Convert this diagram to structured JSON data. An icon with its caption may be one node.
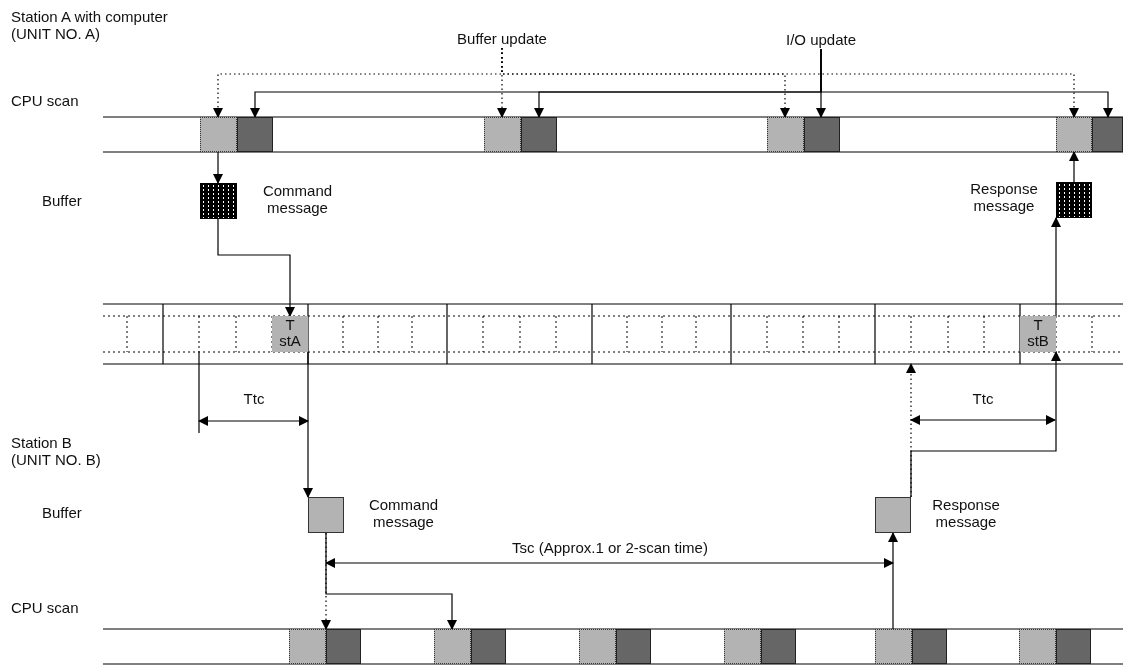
{
  "diagram": {
    "nodes": [
      {
        "text": [
          "Buffer update"
        ]
      },
      {
        "text": [
          "I/O update"
        ]
      },
      {
        "text": [],
        "shape": "box"
      },
      {
        "text": [],
        "shape": "box"
      },
      {
        "text": [],
        "shape": "box"
      },
      {
        "text": [],
        "shape": "box"
      },
      {
        "text": [],
        "shape": "box"
      },
      {
        "text": [],
        "shape": "box"
      },
      {
        "text": [],
        "shape": "box"
      },
      {
        "text": [],
        "shape": "box"
      },
      {
        "text": [],
        "shape": "box",
        "beside": [
          "Command message"
        ]
      },
      {
        "text": [],
        "shape": "box",
        "beside": [
          "Response message"
        ]
      },
      {
        "text": [
          "T stA"
        ]
      },
      {
        "text": [
          "T stB"
        ]
      },
      {
        "text": [],
        "shape": "box",
        "beside": [
          "Command message"
        ]
      },
      {
        "text": [],
        "shape": "box",
        "beside": [
          "Response message"
        ]
      },
      {
        "text": [],
        "shape": "box"
      },
      {
        "text": [],
        "shape": "box"
      },
      {
        "text": [],
        "shape": "box"
      },
      {
        "text": [],
        "shape": "box"
      },
      {
        "text": [],
        "shape": "box"
      },
      {
        "text": [],
        "shape": "box"
      },
      {
        "text": [],
        "shape": "box"
      },
      {
        "text": [],
        "shape": "box"
      },
      {
        "text": [],
        "shape": "box"
      },
      {
        "text": [],
        "shape": "box"
      },
      {
        "text": [],
        "shape": "box"
      },
      {
        "text": [],
        "shape": "box"
      }
    ],
    "edges": [
      {
        "from": 0,
        "to": 2,
        "arrow": "to",
        "style": "dashed"
      },
      {
        "from": 0,
        "to": 4,
        "arrow": "to",
        "style": "dashed"
      },
      {
        "from": 0,
        "to": 6,
        "arrow": "to",
        "style": "dashed"
      },
      {
        "from": 0,
        "to": 8,
        "arrow": "to",
        "style": "dashed"
      },
      {
        "from": 1,
        "to": 3,
        "arrow": "to"
      },
      {
        "from": 1,
        "to": 5,
        "arrow": "to"
      },
      {
        "from": 1,
        "to": 7,
        "arrow": "to"
      },
      {
        "from": 1,
        "to": 9,
        "arrow": "to"
      },
      {
        "from": 2,
        "to": 10,
        "arrow": "to"
      },
      {
        "from": 10,
        "to": 12,
        "arrow": "to"
      },
      {
        "from": 12,
        "to": 14,
        "arrow": "to"
      },
      {
        "from": 14,
        "to": 16,
        "arrow": "to",
        "style": "dashed"
      },
      {
        "from": 14,
        "to": 18,
        "arrow": "to"
      },
      {
        "from": 24,
        "to": 15,
        "arrow": "to"
      },
      {
        "from": 15,
        "to": 13,
        "arrow": "to"
      },
      {
        "from": 15,
        "to": null,
        "arrow": "to",
        "style": "dashed"
      },
      {
        "from": 13,
        "to": 11,
        "arrow": "to"
      },
      {
        "from": 11,
        "to": 8,
        "arrow": "to"
      }
    ],
    "labels": [
      "Station A with computer (UNIT NO. A)",
      "CPU scan",
      "Buffer",
      "Ttc",
      "Ttc",
      "Station B (UNIT NO. B)",
      "Buffer",
      "Tsc (Approx.1 or 2-scan time)",
      "CPU scan"
    ]
  }
}
